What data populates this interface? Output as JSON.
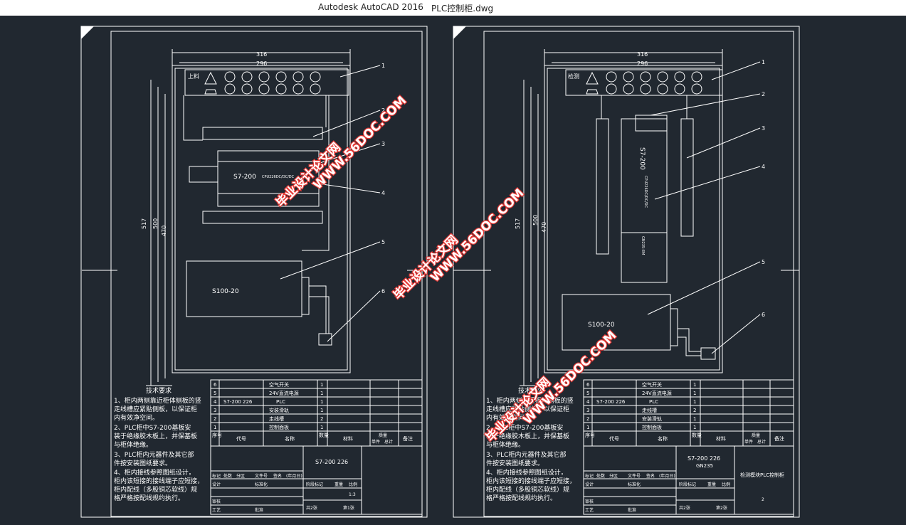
{
  "window": {
    "app_title": "Autodesk AutoCAD 2016",
    "file_title": "PLC控制柜.dwg"
  },
  "watermark": {
    "site": "毕业设计论文网",
    "url": "WWW.56DOC.COM"
  },
  "tech_requirements": {
    "heading": "技术要求",
    "items": [
      "1、柜内两侧靠近柜体侧板的竖",
      "走线槽应紧贴侧板，以保证柜",
      "内有效净空间。",
      "2、PLC柜中S7-200基板安",
      "装于绝缘胶木板上，并保基板",
      "与柜体绝缘。",
      "3、PLC柜内元器件及其它部",
      "件按安装图纸要求。",
      "4、柜内接线参照图纸设计，",
      "柜内该短接的接线端子应短接，",
      "柜内配线（多股铜芯软线）规",
      "格严格按配线规约执行。"
    ]
  },
  "bom_headers": {
    "no": "序号",
    "code": "代号",
    "name": "名称",
    "qty": "数量",
    "material": "材料",
    "mass": "质量",
    "single": "单件",
    "total": "总计",
    "remark": "备注"
  },
  "dims": {
    "w1": "316",
    "w2": "296",
    "h1": "517",
    "h2": "500",
    "h3": "470"
  },
  "balloons": [
    "1",
    "2",
    "3",
    "4",
    "5",
    "6"
  ],
  "labels": {
    "plc": "S7-200",
    "plc_model": "CPU226DC/DC/DC",
    "psu": "S100-20",
    "em": "GN235-EM"
  },
  "sheet_left": {
    "panel_label": "上料",
    "bom_rows": [
      {
        "no": "6",
        "code": "",
        "name": "空气开关",
        "qty": "1"
      },
      {
        "no": "5",
        "code": "",
        "name": "24V直流电源",
        "qty": "1"
      },
      {
        "no": "4",
        "code": "S7-200 226",
        "name": "PLC",
        "qty": "1"
      },
      {
        "no": "3",
        "code": "",
        "name": "安装滑轨",
        "qty": "1"
      },
      {
        "no": "2",
        "code": "",
        "name": "走线槽",
        "qty": "2"
      },
      {
        "no": "1",
        "code": "",
        "name": "控制面板",
        "qty": "1"
      }
    ],
    "drawing_no": "S7-200 226",
    "drawing_no2": "",
    "drawing_name": "",
    "sheet_total": "共2张",
    "sheet_no": "第1张",
    "scale": "1:3"
  },
  "sheet_right": {
    "panel_label": "检测",
    "bom_rows": [
      {
        "no": "6",
        "code": "",
        "name": "空气开关",
        "qty": "1"
      },
      {
        "no": "5",
        "code": "",
        "name": "24V直流电源",
        "qty": "1"
      },
      {
        "no": "4",
        "code": "S7-200 226",
        "name": "PLC",
        "qty": "1"
      },
      {
        "no": "3",
        "code": "",
        "name": "走线槽",
        "qty": "2"
      },
      {
        "no": "2",
        "code": "",
        "name": "安装滑轨",
        "qty": "1"
      },
      {
        "no": "1",
        "code": "",
        "name": "控制面板",
        "qty": "1"
      }
    ],
    "drawing_no": "S7-200 226",
    "drawing_no2": "GN235",
    "drawing_name": "检测模块PLC控制柜",
    "sheet_total": "共2张",
    "sheet_no": "第2张",
    "scale": "2"
  },
  "title_block_labels": {
    "mark": "标记",
    "count": "处数",
    "zone": "分区",
    "doc_no": "文件号",
    "sign": "签名",
    "date": "(年月日)",
    "design": "设计",
    "std": "标准化",
    "stage": "阶段标记",
    "weight": "重量",
    "ratio": "比例",
    "review": "审核",
    "process": "工艺",
    "approve": "批准"
  }
}
